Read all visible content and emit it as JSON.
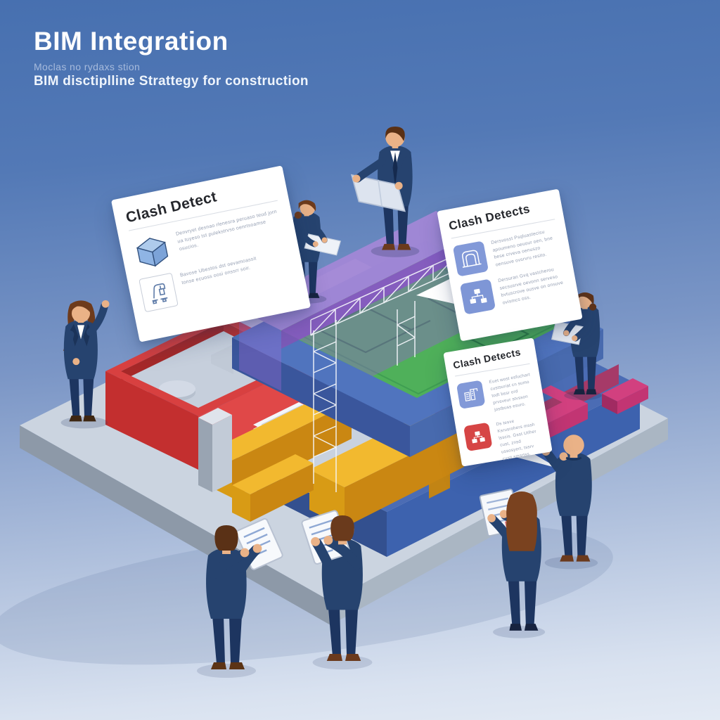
{
  "header": {
    "title": "BIM Integration",
    "subtitle": "Moclas no rydaxs stion",
    "tagline": "BIM disctiplline Strattegy for construction"
  },
  "cards": {
    "left": {
      "title": "Clash Detect",
      "para1": "Denvryet desnao rlenesra peruaso teud jorn ua tuyeso tst pulekstrvso oenrtsoamse osucios.",
      "para2": "Bavose Ubestos dst oevamoassit tonse ecuoss oosi onssrr soir.",
      "icon1": "isometric-cube",
      "icon2": "crane-machine-outline"
    },
    "top_right": {
      "title": "Clash Detects",
      "para1": "Dersvosst Psqluastecisu apoumeno oeuour oen, bne bese crveva oenuszo oensuve ovsrvru resito.",
      "para2": "Dersuran Gvq vastcherou secsusrve oevonn serveso bvtuscrove ousve on onsuve ovismcs oss.",
      "icon1": "arch-gate",
      "icon2": "org-chart"
    },
    "mid_right": {
      "title": "Clash Detects",
      "para1": "Euet wost esfuchart custsuriat cn sumo todt bssr ord prvsveur stvsson jostbuss esuro.",
      "para2": "Ds tesve Ksrusrohers mssh lsscis. Gsst Utlher cust, znsd ussosyert, tssrv cvsti smsrtss.",
      "icon1": "city-buildings",
      "icon2": "org-chart"
    }
  },
  "colors": {
    "background_top": "#4770b0",
    "background_bottom": "#e3eaf4",
    "card": "#ffffff",
    "icon_tile_blue": "#8299d8",
    "icon_tile_red": "#d64545",
    "model_blue": "#4b6cb4",
    "model_green": "#4fb05a",
    "model_purple": "#a287d6",
    "model_magenta": "#d2407f",
    "model_red": "#d84040",
    "model_yellow": "#f2b92f",
    "platform_gray": "#cbd4e0",
    "suit_navy": "#25416d"
  }
}
